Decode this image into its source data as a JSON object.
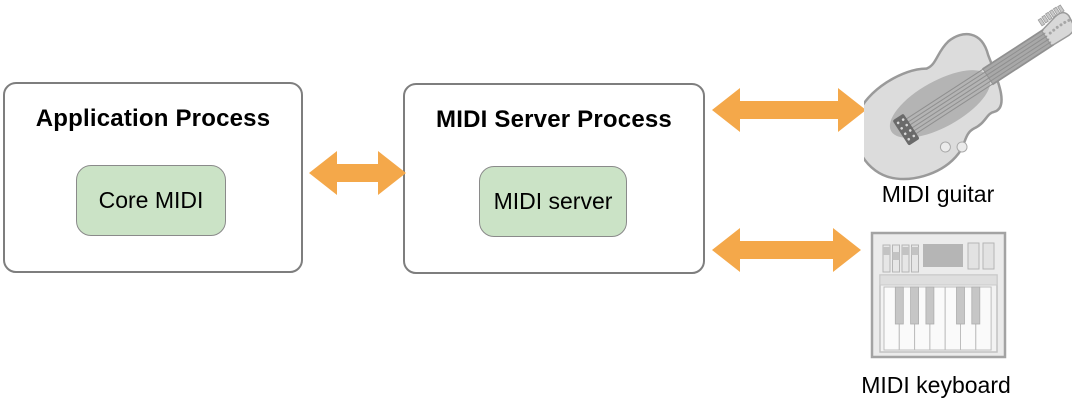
{
  "diagram": {
    "colors": {
      "arrow": "#f4a84a",
      "box_border": "#7e7e7e",
      "box_fill": "#ffffff",
      "green_fill": "#cbe3c6",
      "green_border": "#8a8a8a",
      "background": "#ffffff"
    },
    "processes": [
      {
        "title": "Application Process",
        "component": "Core MIDI"
      },
      {
        "title": "MIDI Server Process",
        "component": "MIDI server"
      }
    ],
    "devices": [
      {
        "label": "MIDI guitar",
        "icon": "guitar-icon"
      },
      {
        "label": "MIDI keyboard",
        "icon": "keyboard-icon"
      }
    ],
    "connections": [
      {
        "from": "Application Process",
        "to": "MIDI Server Process",
        "type": "bidirectional"
      },
      {
        "from": "MIDI Server Process",
        "to": "MIDI guitar",
        "type": "bidirectional"
      },
      {
        "from": "MIDI Server Process",
        "to": "MIDI keyboard",
        "type": "bidirectional"
      }
    ]
  }
}
